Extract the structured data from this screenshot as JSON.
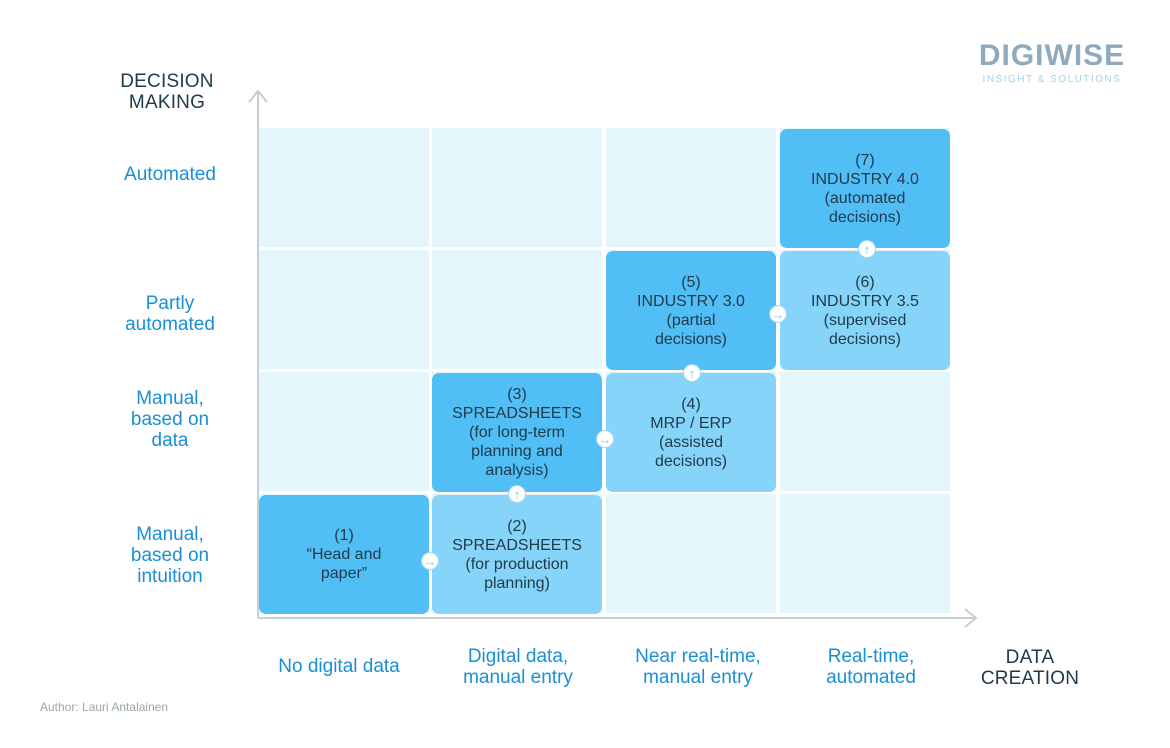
{
  "brand": {
    "name": "DIGIWISE",
    "tagline": "INSIGHT & SOLUTIONS"
  },
  "axes": {
    "y_title": [
      "DECISION",
      "MAKING"
    ],
    "x_title": [
      "DATA",
      "CREATION"
    ]
  },
  "rows": [
    {
      "label": [
        "Automated"
      ]
    },
    {
      "label": [
        "Partly",
        "automated"
      ]
    },
    {
      "label": [
        "Manual,",
        "based on",
        "data"
      ]
    },
    {
      "label": [
        "Manual,",
        "based on",
        "intuition"
      ]
    }
  ],
  "columns": [
    {
      "label": [
        "No digital data"
      ]
    },
    {
      "label": [
        "Digital data,",
        "manual entry"
      ]
    },
    {
      "label": [
        "Near real-time,",
        "manual entry"
      ]
    },
    {
      "label": [
        "Real-time,",
        "automated"
      ]
    }
  ],
  "stages": [
    {
      "id": "1",
      "lines": [
        "(1)",
        "“Head and",
        "paper”"
      ],
      "style": "dark"
    },
    {
      "id": "2",
      "lines": [
        "(2)",
        "SPREADSHEETS",
        "(for production",
        "planning)"
      ],
      "style": "light"
    },
    {
      "id": "3",
      "lines": [
        "(3)",
        "SPREADSHEETS",
        "(for long-term",
        "planning and",
        "analysis)"
      ],
      "style": "dark"
    },
    {
      "id": "4",
      "lines": [
        "(4)",
        "MRP / ERP",
        "(assisted",
        "decisions)"
      ],
      "style": "light"
    },
    {
      "id": "5",
      "lines": [
        "(5)",
        "INDUSTRY 3.0",
        "(partial",
        "decisions)"
      ],
      "style": "dark"
    },
    {
      "id": "6",
      "lines": [
        "(6)",
        "INDUSTRY 3.5",
        "(supervised",
        "decisions)"
      ],
      "style": "light"
    },
    {
      "id": "7",
      "lines": [
        "(7)",
        "INDUSTRY 4.0",
        "(automated",
        "decisions)"
      ],
      "style": "dark"
    }
  ],
  "connectors": [
    {
      "from": "1",
      "to": "2",
      "direction": "right",
      "glyph": "→"
    },
    {
      "from": "2",
      "to": "3",
      "direction": "up",
      "glyph": "↑"
    },
    {
      "from": "3",
      "to": "4",
      "direction": "right",
      "glyph": "→"
    },
    {
      "from": "4",
      "to": "5",
      "direction": "up",
      "glyph": "↑"
    },
    {
      "from": "5",
      "to": "6",
      "direction": "right",
      "glyph": "→"
    },
    {
      "from": "6",
      "to": "7",
      "direction": "up",
      "glyph": "↑"
    }
  ],
  "colors": {
    "grid_cell": "#e5f5fc",
    "stage_dark": "#52bef6",
    "stage_light": "#86d4f9",
    "label_blue": "#1a8fd6",
    "title_dark": "#1f3a4a",
    "axis": "#c8cdd1"
  },
  "author": "Author: Lauri Antalainen"
}
